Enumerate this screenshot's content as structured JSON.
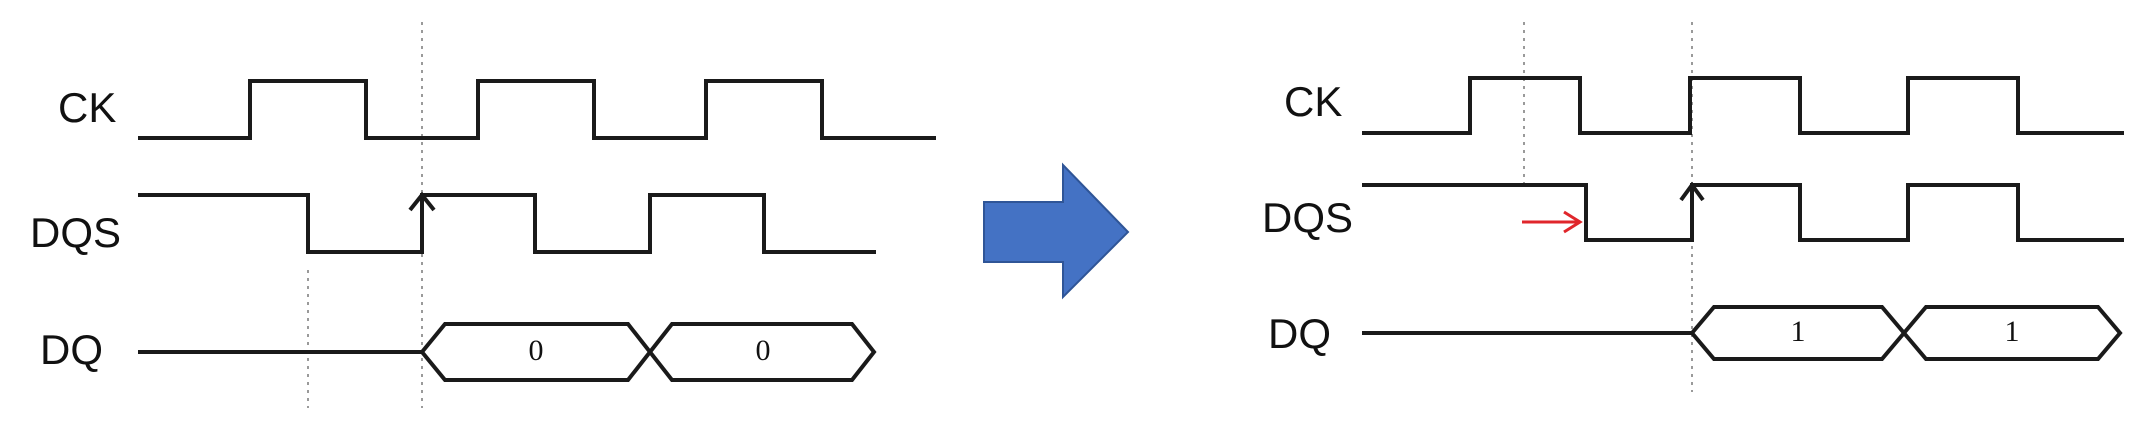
{
  "before": {
    "labels": {
      "ck": "CK",
      "dqs": "DQS",
      "dq": "DQ"
    },
    "dq_values": [
      "0",
      "0"
    ]
  },
  "after": {
    "labels": {
      "ck": "CK",
      "dqs": "DQS",
      "dq": "DQ"
    },
    "dq_values": [
      "1",
      "1"
    ]
  },
  "colors": {
    "arrow_fill": "#4472c4",
    "shift_marker": "#e0262b",
    "waveform": "#1a1a1a",
    "guide": "#9a9a9a"
  },
  "icons": {
    "transition_arrow": "right-arrow-icon",
    "dqs_shift_marker": "red-right-arrow-icon",
    "strobe_edge_marker": "up-arrow-caret-icon"
  }
}
